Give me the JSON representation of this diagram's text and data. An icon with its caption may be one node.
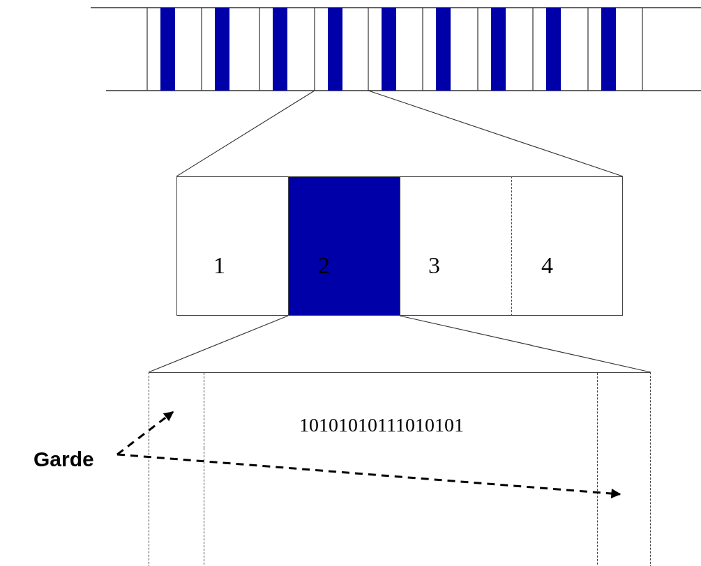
{
  "diagram": {
    "nodes": [
      {
        "text": [
          "1"
        ]
      },
      {
        "text": [
          "2"
        ]
      },
      {
        "text": [
          "3"
        ]
      },
      {
        "text": [
          "4"
        ]
      },
      {
        "text": [
          "10101010111010101"
        ]
      },
      {
        "text": [],
        "shape": "box",
        "in": 4
      },
      {
        "text": [],
        "shape": "box",
        "in": 4
      },
      {
        "text": [
          "Garde"
        ]
      }
    ],
    "edges": [
      {
        "from": 7,
        "to": 5,
        "arrow": "to",
        "style": "dashed"
      },
      {
        "from": 7,
        "to": 6,
        "arrow": "to",
        "style": "dashed"
      }
    ]
  }
}
